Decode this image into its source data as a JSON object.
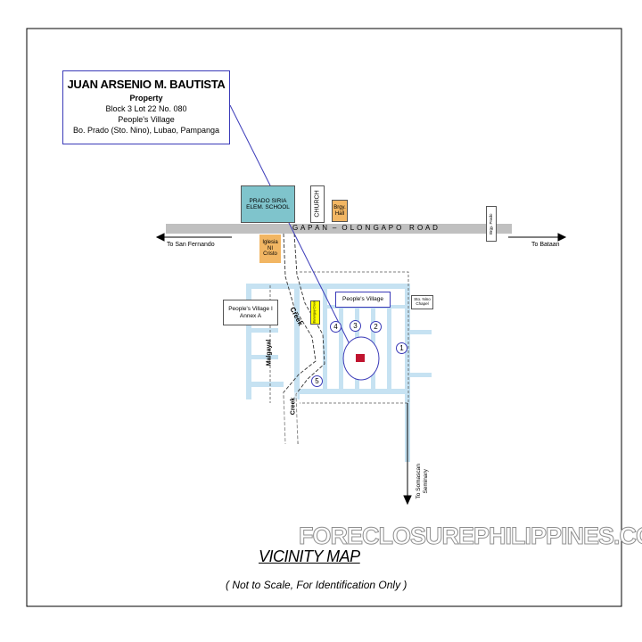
{
  "owner": {
    "name": "JUAN ARSENIO M. BAUTISTA",
    "subtitle": "Property",
    "lines": [
      "Block 3 Lot 22 No. 080",
      "People's Village",
      "Bo. Prado (Sto. Nino), Lubao, Pampanga"
    ]
  },
  "road": {
    "name": "G A P A N  –  O L O N G A P O   R O A D",
    "west_label": "To San Fernando",
    "east_label": "To Bataan"
  },
  "landmarks": {
    "school": "PRADO SIRIA\nELEM. SCHOOL",
    "church": "CHURCH",
    "brgy_hall": "Brgy.\nHall",
    "iglesia": "Iglesia\nNI\nCristo",
    "prado_sign": "Brgy. Prado",
    "peoples_village": "People's Village",
    "peoples_village_annex": "People's Village I\nAnnex A",
    "sto_nino_chapel": "Sto. Nino\nChapel",
    "yellow_sign": "Barangay Creek",
    "seminary_label": "To Somascan\nSeminary",
    "malgayal": "Malgayal",
    "creek_upper": "Creek",
    "creek_lower": "Creek"
  },
  "markers": [
    "1",
    "2",
    "3",
    "4",
    "5"
  ],
  "colors": {
    "road": "#c0c0c0",
    "street": "#c6e2f2",
    "school_fill": "#7fc4cc",
    "brgy_fill": "#f2b663",
    "sign_fill": "#ffff00",
    "property": "#c0142f",
    "outline_blue": "#3a3ab8"
  },
  "title": "VICINITY  MAP",
  "note": "( Not to Scale, For Identification Only )",
  "watermark": "FORECLOSUREPHILIPPINES.COM"
}
